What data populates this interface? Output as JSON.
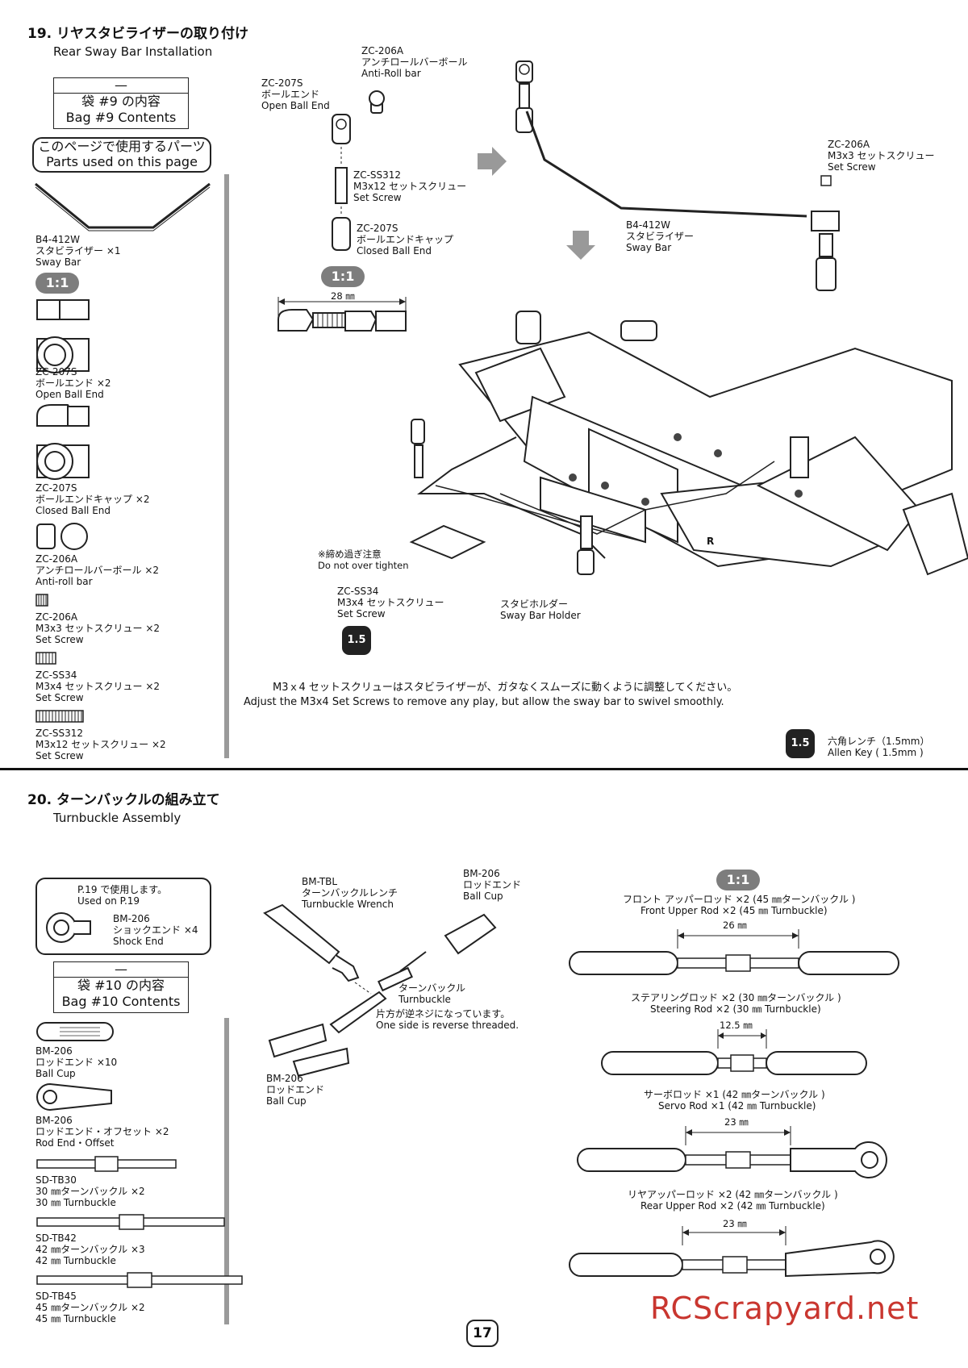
{
  "s19": {
    "title_jp": "19. リヤスタビライザーの取り付け",
    "title_en": "Rear Sway Bar Installation",
    "bag_dash": "—",
    "bag_jp": "袋 #9 の内容",
    "bag_en": "Bag #9 Contents",
    "parts_jp": "このページで使用するパーツ",
    "parts_en": "Parts used on this page",
    "scale": "1:1",
    "parts": [
      {
        "code": "B4-412W",
        "jp": "スタビライザー ×1",
        "en": "Sway Bar"
      },
      {
        "code": "ZC-207S",
        "jp": "ボールエンド ×2",
        "en": "Open Ball End"
      },
      {
        "code": "ZC-207S",
        "jp": "ボールエンドキャップ ×2",
        "en": "Closed Ball End"
      },
      {
        "code": "ZC-206A",
        "jp": "アンチロールバーボール ×2",
        "en": "Anti-roll bar"
      },
      {
        "code": "ZC-206A",
        "jp": "M3x3 セットスクリュー ×2",
        "en": "Set Screw"
      },
      {
        "code": "ZC-SS34",
        "jp": "M3x4 セットスクリュー ×2",
        "en": "Set Screw"
      },
      {
        "code": "ZC-SS312",
        "jp": "M3x12 セットスクリュー ×2",
        "en": "Set Screw"
      }
    ],
    "callouts": {
      "anti_roll": [
        "ZC-206A",
        "アンチロールバーボール",
        "Anti-Roll bar"
      ],
      "open_end": [
        "ZC-207S",
        "ボールエンド",
        "Open Ball End"
      ],
      "ss312": [
        "ZC-SS312",
        "M3x12 セットスクリュー",
        "Set Screw"
      ],
      "closed_end": [
        "ZC-207S",
        "ボールエンドキャップ",
        "Closed Ball End"
      ],
      "ss33": [
        "ZC-206A",
        "M3x3 セットスクリュー",
        "Set Screw"
      ],
      "sway_bar": [
        "B4-412W",
        "スタビライザー",
        "Sway Bar"
      ],
      "dim": "28 ㎜",
      "no_over": [
        "※締め過ぎ注意",
        "Do not over tighten"
      ],
      "ss34": [
        "ZC-SS34",
        "M3x4 セットスクリュー",
        "Set Screw"
      ],
      "holder": [
        "スタビホルダー",
        "Sway Bar Holder"
      ],
      "tool_badge": "1.5",
      "note_jp": "M3ｘ4 セットスクリューはスタビライザーが、ガタなくスムーズに動くように調整してください。",
      "note_en": "Adjust the M3x4 Set Screws to remove any play, but allow the sway bar to swivel smoothly.",
      "allen_jp": "六角レンチ（1.5mm）",
      "allen_en": "Allen Key ( 1.5mm )",
      "chassis_mark": "R"
    }
  },
  "s20": {
    "title_jp": "20. ターンバックルの組み立て",
    "title_en": "Turnbuckle Assembly",
    "used_jp": "P.19 で使用します。",
    "used_en": "Used on P.19",
    "shock_code": "BM-206",
    "shock_jp": "ショックエンド ×4",
    "shock_en": "Shock End",
    "bag_dash": "—",
    "bag_jp": "袋 #10 の内容",
    "bag_en": "Bag #10 Contents",
    "parts": [
      {
        "code": "BM-206",
        "jp": "ロッドエンド ×10",
        "en": "Ball Cup"
      },
      {
        "code": "BM-206",
        "jp": "ロッドエンド・オフセット ×2",
        "en": "Rod End・Offset"
      },
      {
        "code": "SD-TB30",
        "jp": "30 ㎜ターンバックル ×2",
        "en": "30 ㎜ Turnbuckle"
      },
      {
        "code": "SD-TB42",
        "jp": "42 ㎜ターンバックル ×3",
        "en": "42 ㎜ Turnbuckle"
      },
      {
        "code": "SD-TB45",
        "jp": "45 ㎜ターンバックル ×2",
        "en": "45 ㎜ Turnbuckle"
      }
    ],
    "wrench": [
      "BM-TBL",
      "ターンバックルレンチ",
      "Turnbuckle Wrench"
    ],
    "cup_top": [
      "BM-206",
      "ロッドエンド",
      "Ball Cup"
    ],
    "cup_bot": [
      "BM-206",
      "ロッドエンド",
      "Ball Cup"
    ],
    "tb": [
      "ターンバックル",
      "Turnbuckle"
    ],
    "reverse": [
      "片方が逆ネジになっています。",
      "One side is reverse threaded."
    ],
    "scale": "1:1",
    "rods": [
      {
        "jp": "フロント アッパーロッド ×2 (45 ㎜ターンバックル )",
        "en": "Front Upper Rod ×2 (45 ㎜ Turnbuckle)",
        "dim": "26 ㎜"
      },
      {
        "jp": "ステアリングロッド ×2 (30 ㎜ターンバックル )",
        "en": "Steering Rod ×2 (30 ㎜ Turnbuckle)",
        "dim": "12.5 ㎜"
      },
      {
        "jp": "サーボロッド ×1 (42 ㎜ターンバックル )",
        "en": "Servo Rod ×1 (42 ㎜ Turnbuckle)",
        "dim": "23 ㎜"
      },
      {
        "jp": "リヤアッパーロッド ×2 (42 ㎜ターンバックル )",
        "en": "Rear Upper Rod ×2 (42 ㎜ Turnbuckle)",
        "dim": "23 ㎜"
      }
    ]
  },
  "page_number": "17",
  "watermark": "RCScrapyard.net"
}
